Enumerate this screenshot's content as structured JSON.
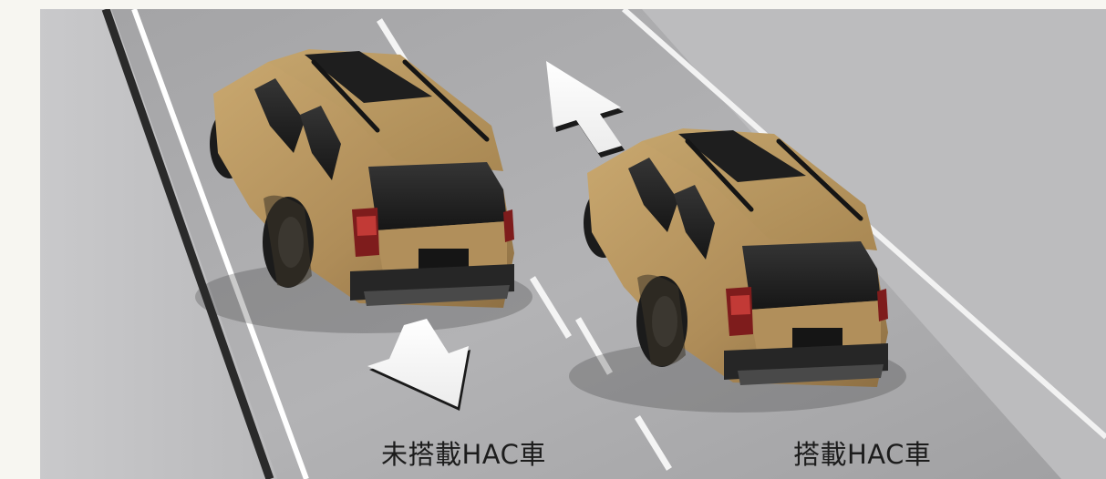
{
  "captions": {
    "without_hac": "未搭載HAC車",
    "with_hac": "搭載HAC車"
  },
  "colors": {
    "page_background": "#f7f6f1",
    "road": "#a7a7a9",
    "vehicle_body": "#b08f5c",
    "glass": "#1f1f1f",
    "arrow_fill": "#ffffff",
    "caption_text": "#1c1c1c"
  },
  "icons": {
    "left_arrow": "arrow-down-backward-roll",
    "right_arrow": "arrow-up-forward-motion"
  }
}
